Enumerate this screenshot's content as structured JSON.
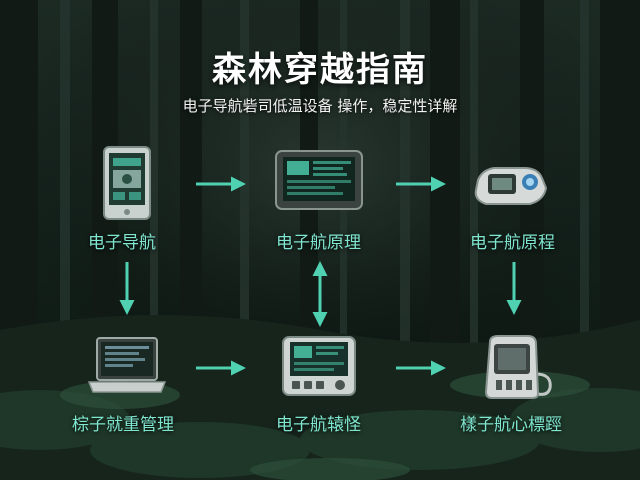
{
  "title": "森林穿越指南",
  "subtitle": "电子导航砦司低温设备 操作，稳定性详解",
  "colors": {
    "accent": "#4fd1b2",
    "label": "#7fe6cf",
    "background": "#0f1a15"
  },
  "nodes": [
    {
      "id": "n1",
      "label": "电子导航",
      "icon": "tablet-icon"
    },
    {
      "id": "n2",
      "label": "电子航原理",
      "icon": "monitor-icon"
    },
    {
      "id": "n3",
      "label": "电子航原程",
      "icon": "gps-device-icon"
    },
    {
      "id": "n4",
      "label": "棕子就重管理",
      "icon": "laptop-icon"
    },
    {
      "id": "n5",
      "label": "电子航辕怪",
      "icon": "handheld-device-icon"
    },
    {
      "id": "n6",
      "label": "樣子航心標踁",
      "icon": "kiosk-device-icon"
    }
  ],
  "edges": [
    {
      "from": "n1",
      "to": "n2",
      "direction": "forward"
    },
    {
      "from": "n2",
      "to": "n3",
      "direction": "forward"
    },
    {
      "from": "n1",
      "to": "n4",
      "direction": "forward"
    },
    {
      "from": "n2",
      "to": "n5",
      "direction": "both"
    },
    {
      "from": "n3",
      "to": "n6",
      "direction": "forward"
    },
    {
      "from": "n4",
      "to": "n5",
      "direction": "forward"
    },
    {
      "from": "n5",
      "to": "n6",
      "direction": "forward"
    }
  ]
}
